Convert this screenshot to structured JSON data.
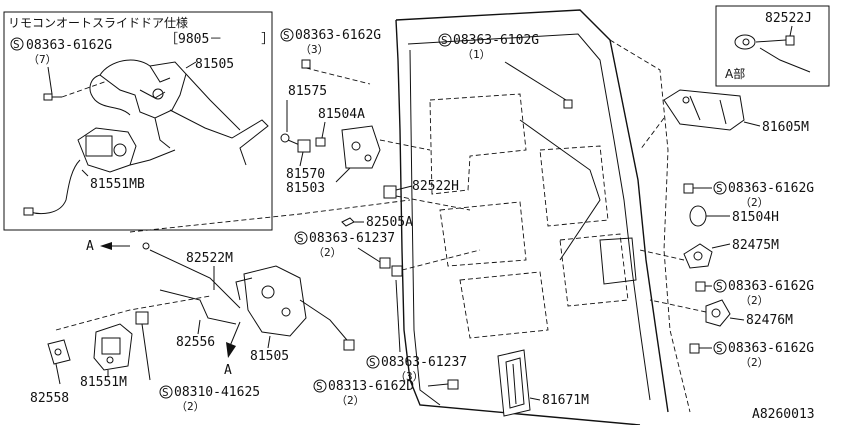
{
  "inset": {
    "title": "リモコンオートスライドドア仕様",
    "date_code": "［9805－　　　］",
    "bolt": {
      "code": "08363-6162G",
      "qty": "（7）"
    },
    "label_81505": "81505",
    "label_81551MB": "81551MB"
  },
  "detail_box": {
    "part": "82522J",
    "caption": "A部"
  },
  "labels": {
    "p81575": "81575",
    "p81504A": "81504A",
    "p81570": "81570",
    "p81503": "81503",
    "p82522H": "82522H",
    "p82505A": "82505A",
    "p81605M": "81605M",
    "p81504H": "81504H",
    "p82475M": "82475M",
    "p82476M": "82476M",
    "p82522M": "82522M",
    "p82556": "82556",
    "p81505": "81505",
    "p82558": "82558",
    "p81551M": "81551M",
    "p81671M": "81671M",
    "arrow_a1": "A",
    "arrow_a2": "A"
  },
  "bolts": {
    "b1": {
      "code": "08363-6162G",
      "qty": "（3）"
    },
    "b2": {
      "code": "08363-6102G",
      "qty": "（1）"
    },
    "b3": {
      "code": "08363-61237",
      "qty": "（2）"
    },
    "b4": {
      "code": "08363-6162G",
      "qty": "（2）"
    },
    "b5": {
      "code": "08363-6162G",
      "qty": "（2）"
    },
    "b6": {
      "code": "08363-6162G",
      "qty": "（2）"
    },
    "b7": {
      "code": "08363-61237",
      "qty": "（3）"
    },
    "b8": {
      "code": "08313-6162D",
      "qty": "（2）"
    },
    "b9": {
      "code": "08310-41625",
      "qty": "（2）"
    }
  },
  "screw_symbol": "S",
  "diagram_code": "A8260013"
}
